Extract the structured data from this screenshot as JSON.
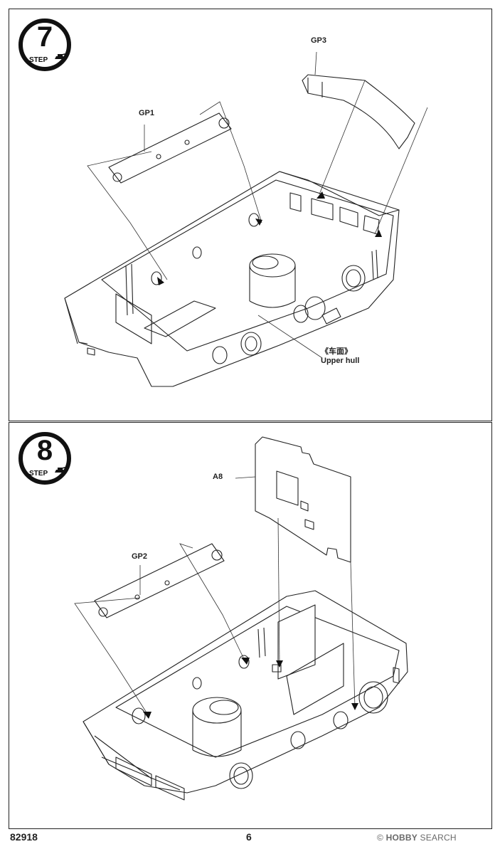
{
  "steps": [
    {
      "number": "7",
      "step_text": "STEP",
      "parts": [
        {
          "code": "GP1"
        },
        {
          "code": "GP3"
        }
      ],
      "assembly_label": {
        "chinese": "《车面》",
        "english": "Upper hull"
      }
    },
    {
      "number": "8",
      "step_text": "STEP",
      "parts": [
        {
          "code": "A8"
        },
        {
          "code": "GP2"
        }
      ]
    }
  ],
  "footer": {
    "kit_number": "82918",
    "page_number": "6"
  },
  "watermark": {
    "logo_text": "HOBBY",
    "text": "SEARCH",
    "symbol": "©"
  }
}
